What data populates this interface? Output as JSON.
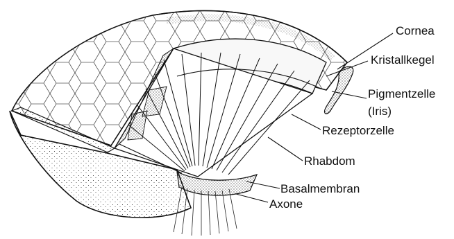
{
  "labels": {
    "cornea": "Cornea",
    "kristallkegel": "Kristallkegel",
    "pigmentzelle": "Pigmentzelle",
    "iris": "(Iris)",
    "rezeptorzelle": "Rezeptorzelle",
    "rhabdom": "Rhabdom",
    "basalmembran": "Basalmembran",
    "axone": "Axone"
  }
}
